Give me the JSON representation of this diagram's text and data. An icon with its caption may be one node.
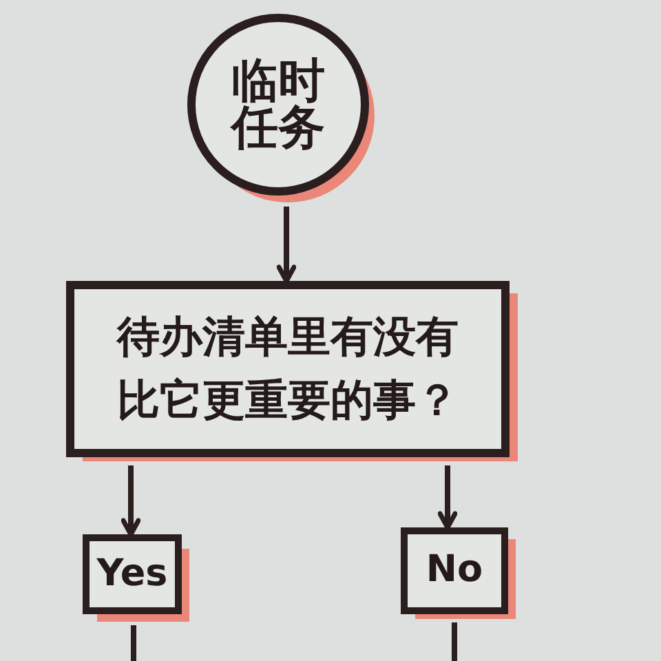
{
  "diagram": {
    "nodes": [
      {
        "text": [
          "临时任务"
        ]
      },
      {
        "text": [
          "待办清单里有没有比它更重要的事？"
        ]
      },
      {
        "text": [
          "Yes"
        ]
      },
      {
        "text": [
          "No"
        ]
      }
    ],
    "edges": [
      {
        "from": 0,
        "to": 1,
        "arrow": "to"
      },
      {
        "from": 1,
        "to": 2,
        "arrow": "to"
      },
      {
        "from": 1,
        "to": 3,
        "arrow": "to"
      },
      {
        "from": 2,
        "to": null,
        "arrow": "none"
      },
      {
        "from": 3,
        "to": null,
        "arrow": "none"
      }
    ]
  }
}
